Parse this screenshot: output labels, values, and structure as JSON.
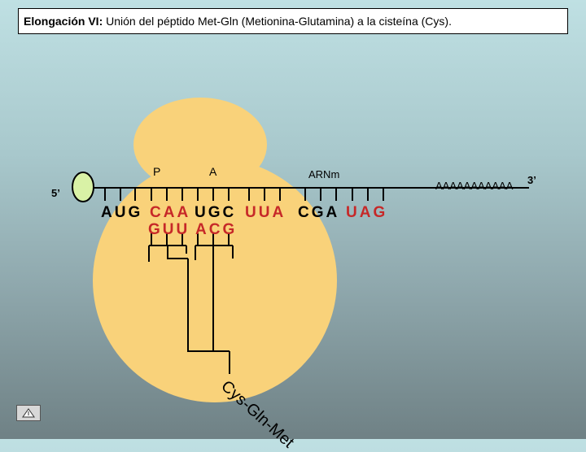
{
  "title": {
    "bold_part": "Elongación VI:",
    "rest": " Unión del péptido Met-Gln (Metionina-Glutamina)  a la cisteína (Cys)."
  },
  "diagram": {
    "site_p": "P",
    "site_a": "A",
    "mrna_label": "ARNm",
    "five_prime": "5’",
    "three_prime": "3’",
    "poly_a": "AAAAAAAAAAA",
    "mrna_codons": [
      "AUG",
      "CAA",
      "UGC",
      "UUA",
      "CGA",
      "UAG"
    ],
    "anticodons": [
      "GUU",
      "ACG"
    ],
    "peptide_chain": "Cys-Gln-Met"
  },
  "colors": {
    "ribosome": "#f9d27a",
    "cap": "#d9f2a6",
    "codon_red": "#c62828"
  },
  "nav": {
    "icon": "up-arrow-icon"
  }
}
